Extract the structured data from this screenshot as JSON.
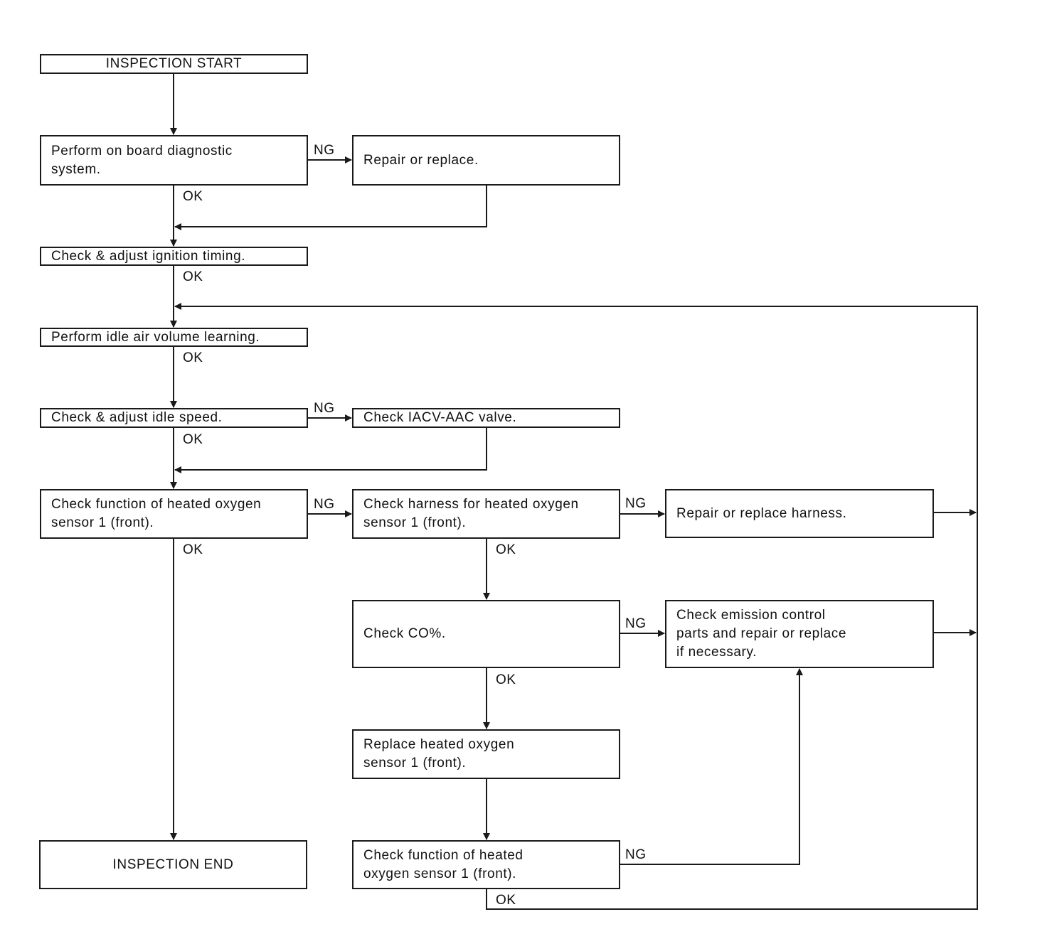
{
  "boxes": {
    "start": "INSPECTION START",
    "diag": "Perform on board diagnostic\nsystem.",
    "repair1": "Repair or replace.",
    "timing": "Check & adjust ignition timing.",
    "idleair": "Perform idle air volume learning.",
    "idlespeed": "Check & adjust idle speed.",
    "iacv": "Check IACV-AAC valve.",
    "o2func": "Check function of heated oxygen\nsensor 1 (front).",
    "harness": "Check harness for heated oxygen\nsensor 1 (front).",
    "repairharness": "Repair or replace harness.",
    "co": "Check CO%.",
    "emission": "Check emission control\nparts and repair or replace\nif necessary.",
    "replace": "Replace heated oxygen\nsensor 1 (front).",
    "o2func2": "Check function of heated\noxygen sensor 1 (front).",
    "end": "INSPECTION END"
  },
  "labels": {
    "ok": "OK",
    "ng": "NG"
  },
  "colors": {
    "line": "#1a1a1a"
  }
}
